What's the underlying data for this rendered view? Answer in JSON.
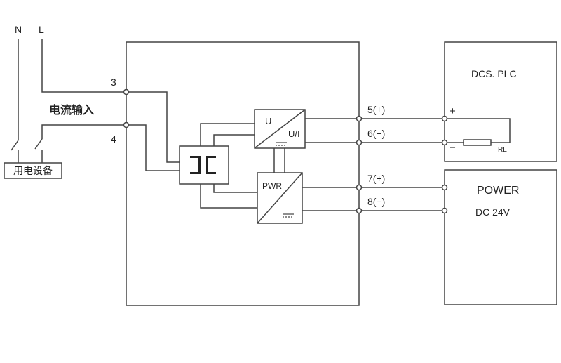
{
  "supply": {
    "n_label": "N",
    "l_label": "L",
    "device_label": "用电设备"
  },
  "module": {
    "input_label": "电流输入",
    "terminal_3": "3",
    "terminal_4": "4",
    "isolator_glyph": "][",
    "converter_u": "U",
    "converter_ui": "U/I",
    "power_label": "PWR",
    "out_5": "5(+)",
    "out_6": "6(−)",
    "out_7": "7(+)",
    "out_8": "8(−)"
  },
  "dcs_box": {
    "title": "DCS. PLC",
    "plus": "+",
    "minus": "−",
    "load_label": "RL"
  },
  "power_box": {
    "title": "POWER",
    "subtitle": "DC 24V"
  }
}
